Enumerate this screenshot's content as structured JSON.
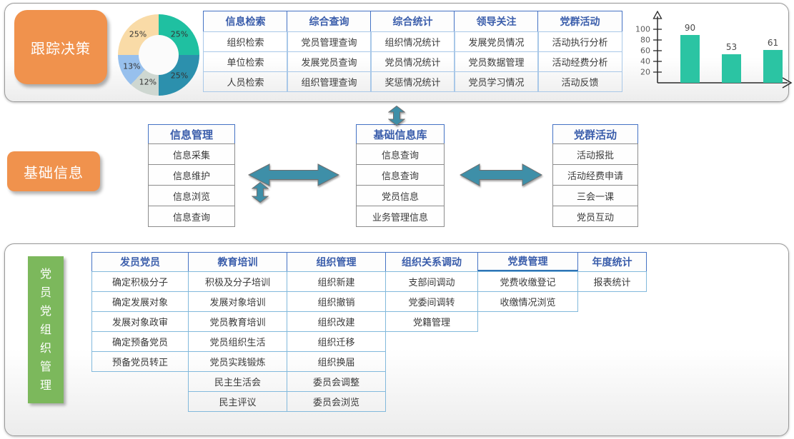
{
  "bands": {
    "tracking": {
      "label": "跟踪决策"
    },
    "basic": {
      "label": "基础信息"
    },
    "management": {
      "label": "党员党组织管理"
    }
  },
  "top_table": {
    "columns": [
      {
        "header": "信息检索",
        "items": [
          "组织检索",
          "单位检索",
          "人员检索"
        ]
      },
      {
        "header": "综合查询",
        "items": [
          "党员管理查询",
          "发展党员查询",
          "组织管理查询"
        ]
      },
      {
        "header": "综合统计",
        "items": [
          "组织情况统计",
          "党员情况统计",
          "奖惩情况统计"
        ]
      },
      {
        "header": "领导关注",
        "items": [
          "发展党员情况",
          "党员数据管理",
          "党员学习情况"
        ]
      },
      {
        "header": "党群活动",
        "items": [
          "活动执行分析",
          "活动经费分析",
          "活动反馈"
        ]
      }
    ]
  },
  "middle_boxes": [
    {
      "title": "信息管理",
      "items": [
        "信息采集",
        "信息维护",
        "信息浏览",
        "信息查询"
      ]
    },
    {
      "title": "基础信息库",
      "items": [
        "信息查询",
        "信息查询",
        "党员信息",
        "业务管理信息"
      ]
    },
    {
      "title": "党群活动",
      "items": [
        "活动报批",
        "活动经费申请",
        "三会一课",
        "党员互动"
      ]
    }
  ],
  "bottom_table": {
    "columns": [
      {
        "header": "发员党员",
        "items": [
          "确定积极分子",
          "确定发展对象",
          "发展对象政审",
          "确定预备党员",
          "预备党员转正"
        ]
      },
      {
        "header": "教育培训",
        "items": [
          "积极及分子培训",
          "发展对象培训",
          "党员教育培训",
          "党员组织生活",
          "党员实践锻炼",
          "民主生活会",
          "民主评议"
        ]
      },
      {
        "header": "组织管理",
        "items": [
          "组织新建",
          "组织撤销",
          "组织改建",
          "组织迁移",
          "组织换届",
          "委员会调整",
          "委员会浏览"
        ]
      },
      {
        "header": "组织关系调动",
        "items": [
          "支部间调动",
          "党委间调转",
          "党籍管理"
        ]
      },
      {
        "header": "党费管理",
        "emphasized": true,
        "items": [
          "党费收缴登记",
          "收缴情况浏览"
        ]
      },
      {
        "header": "年度统计",
        "items": [
          "报表统计"
        ]
      }
    ]
  },
  "chart_data": [
    {
      "type": "pie",
      "donut": true,
      "title": "",
      "values": [
        25,
        25,
        12,
        13,
        25
      ],
      "labels": [
        "25%",
        "25%",
        "12%",
        "13%",
        "25%"
      ],
      "colors": [
        "#1fc0a1",
        "#2c90ad",
        "#ced7d1",
        "#97c0ed",
        "#f9dba7"
      ],
      "start_angle_deg": 0,
      "direction": "clockwise",
      "legend": false
    },
    {
      "type": "bar",
      "title": "",
      "categories": [
        "",
        "",
        ""
      ],
      "values": [
        90,
        53,
        61
      ],
      "labels": [
        "90",
        "53",
        "61"
      ],
      "y_ticks": [
        20,
        40,
        60,
        80,
        100
      ],
      "ylim": [
        0,
        110
      ],
      "grid": false,
      "bar_color": "#2bc4a3"
    }
  ],
  "colors": {
    "accent_blue": "#4472c4",
    "header_text": "#3a5dab",
    "orange_label": "#f0924d",
    "green_label": "#7cb85c",
    "arrow_teal": "#3e8fa8",
    "bar_teal": "#2bc4a3"
  }
}
